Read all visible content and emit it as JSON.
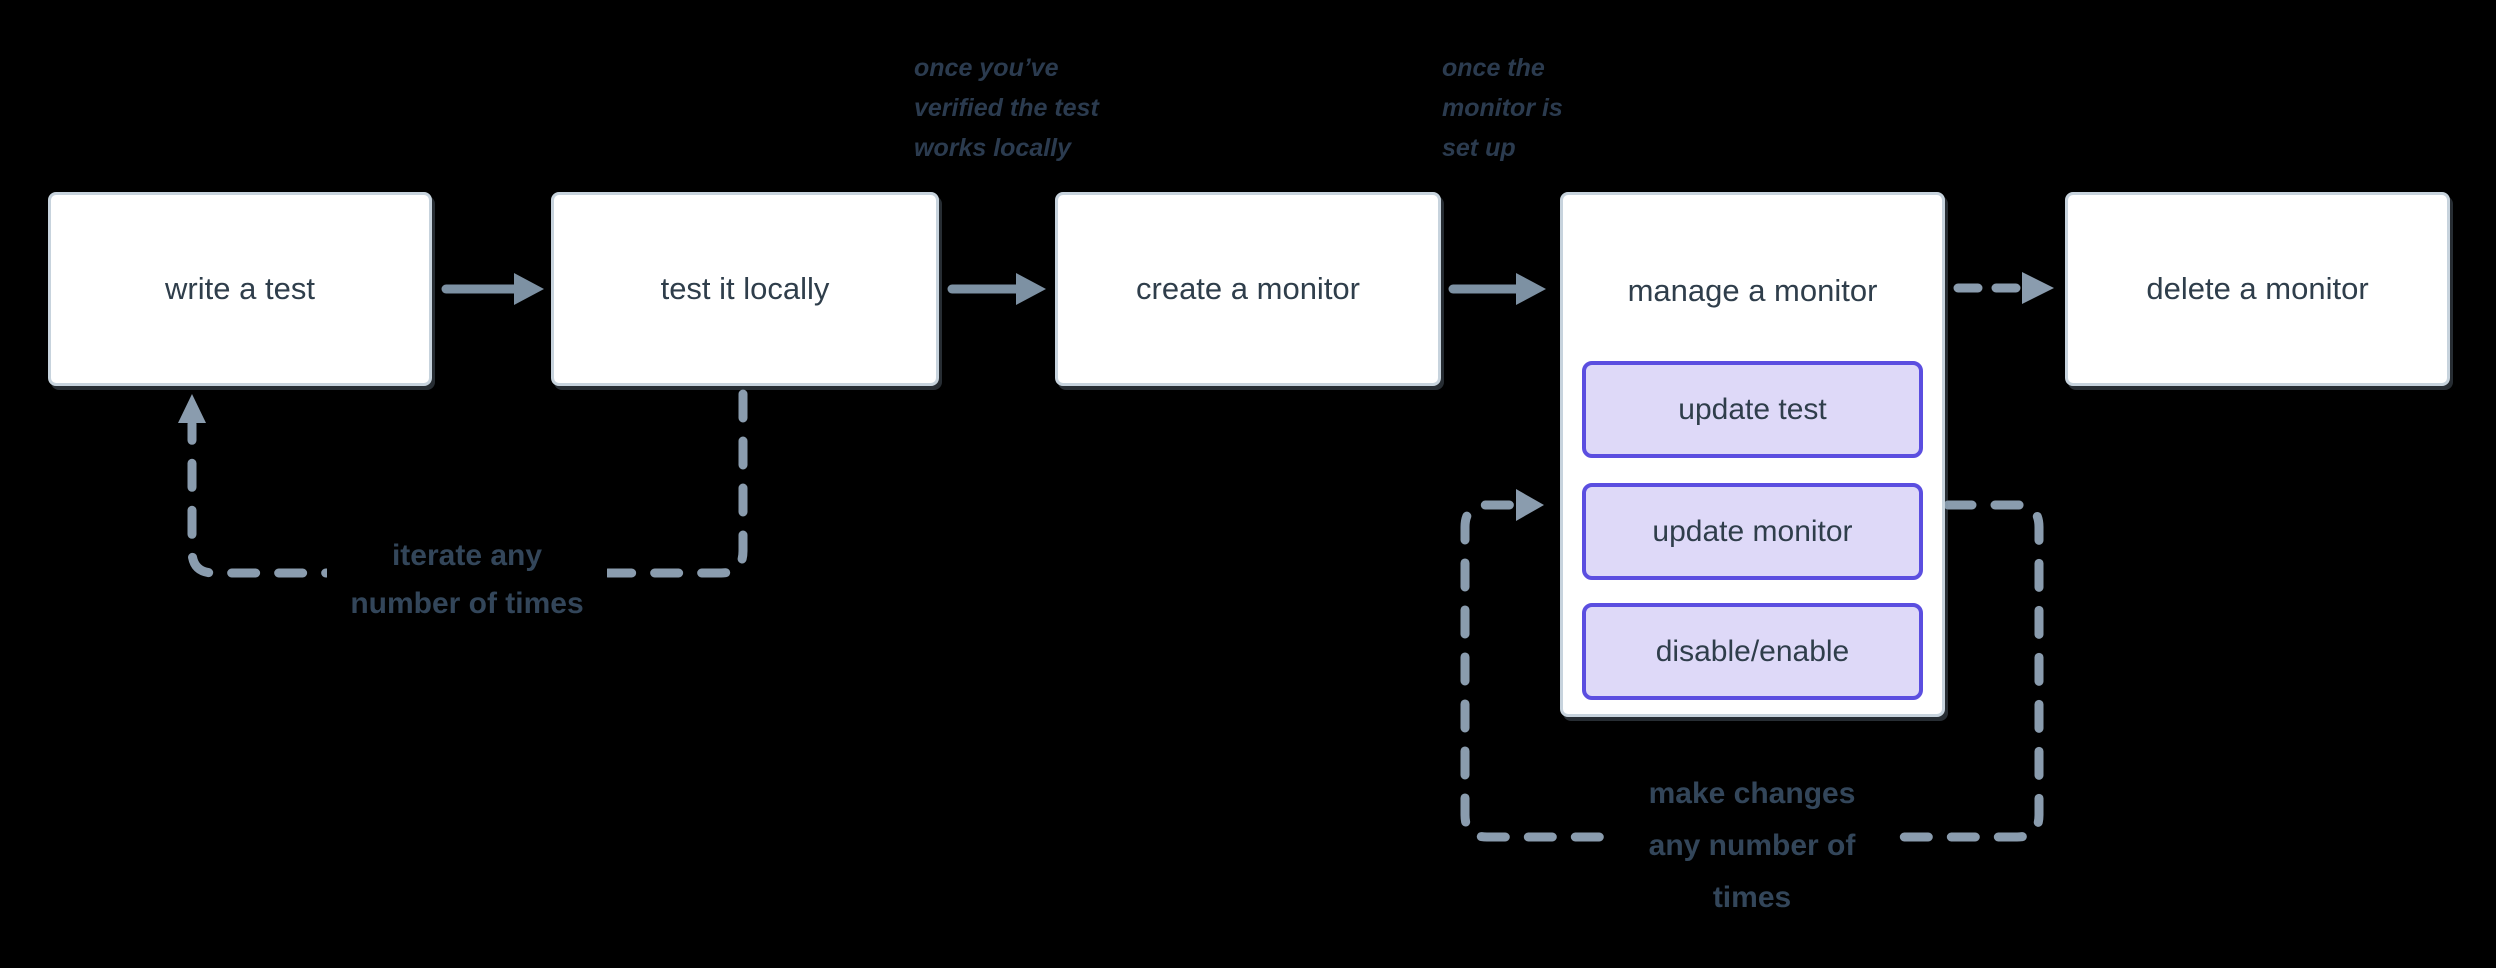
{
  "colors": {
    "bg": "#000000",
    "box-fill": "#ffffff",
    "box-border": "#c7d3dd",
    "box-text": "#2f3e4b",
    "arrow": "#7d91a3",
    "dash": "#8a9cae",
    "purple-border": "#5b4ee0",
    "purple-fill": "#ded9f8",
    "annotation-text": "#2b3b4f",
    "loop-text": "#33465a"
  },
  "diagram": {
    "boxes": {
      "write": {
        "label": "write a test"
      },
      "test": {
        "label": "test it locally"
      },
      "create": {
        "label": "create a monitor"
      },
      "manage": {
        "label": "manage a monitor",
        "actions": [
          {
            "label": "update test"
          },
          {
            "label": "update monitor"
          },
          {
            "label": "disable/enable"
          }
        ]
      },
      "delete": {
        "label": "delete a monitor"
      }
    },
    "annotations": {
      "verified": {
        "lines": [
          "once you’ve",
          "verified the test",
          "works locally"
        ]
      },
      "setup": {
        "lines": [
          "once the",
          "monitor is",
          "set up"
        ]
      }
    },
    "loops": {
      "iterate": {
        "lines": [
          "iterate any",
          "number of times"
        ]
      },
      "changes": {
        "lines": [
          "make changes",
          "any number of",
          "times"
        ]
      }
    }
  }
}
